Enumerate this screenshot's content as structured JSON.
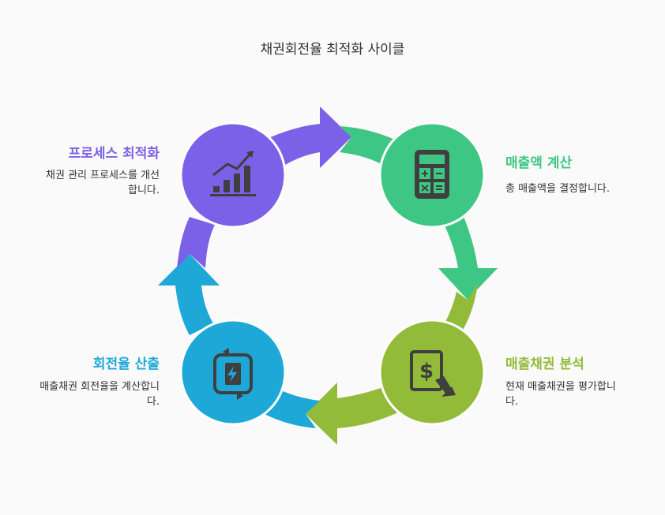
{
  "title": "채권회전율 최적화 사이클",
  "colors": {
    "purple": "#7b61e8",
    "green": "#3ec784",
    "olive": "#93bb3a",
    "blue": "#1da8d8",
    "icon": "#3f3f3f"
  },
  "steps": [
    {
      "id": "process",
      "heading": "프로세스 최적화",
      "desc_line1": "채권 관리 프로세스를 개선",
      "desc_line2": "합니다.",
      "icon": "growth-chart-icon"
    },
    {
      "id": "sales",
      "heading": "매출액 계산",
      "desc_line1": "총 매출액을 결정합니다.",
      "desc_line2": "",
      "icon": "calculator-icon"
    },
    {
      "id": "receivables",
      "heading": "매출채권 분석",
      "desc_line1": "현재 매출채권을 평가합니",
      "desc_line2": "다.",
      "icon": "dollar-document-icon"
    },
    {
      "id": "turnover",
      "heading": "회전율 산출",
      "desc_line1": "매출채권 회전율을 계산합니",
      "desc_line2": "다.",
      "icon": "battery-cycle-icon"
    }
  ]
}
